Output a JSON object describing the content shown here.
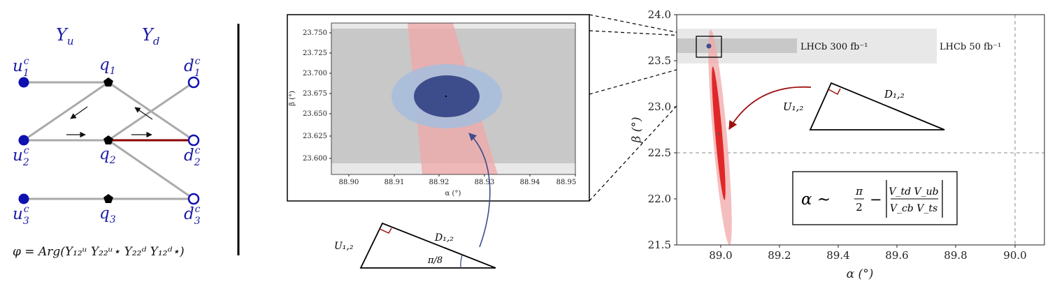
{
  "colors": {
    "blue": "#1a1aa6",
    "dark_red": "#8b0000",
    "red": "#e02828",
    "pink": "#f2b2b2",
    "navy": "#3d4d8c",
    "light_navy": "#a8bedc",
    "grey_band": "#c8c8c8",
    "light_band": "#e8e8e8"
  },
  "left": {
    "yu": "Y",
    "yu_sub": "u",
    "yd": "Y",
    "yd_sub": "d",
    "u_nodes": [
      {
        "base": "u",
        "sub": "1",
        "sup": "c"
      },
      {
        "base": "u",
        "sub": "2",
        "sup": "c"
      },
      {
        "base": "u",
        "sub": "3",
        "sup": "c"
      }
    ],
    "q_nodes": [
      {
        "base": "q",
        "sub": "1"
      },
      {
        "base": "q",
        "sub": "2"
      },
      {
        "base": "q",
        "sub": "3"
      }
    ],
    "d_nodes": [
      {
        "base": "d",
        "sub": "1",
        "sup": "c"
      },
      {
        "base": "d",
        "sub": "2",
        "sup": "c"
      },
      {
        "base": "d",
        "sub": "3",
        "sup": "c"
      }
    ],
    "formula": "φ = Arg(Y₁₂ᵘ Y₂₂ᵘ⋆ Y₂₂ᵈ Y₁₂ᵈ⋆)"
  },
  "inset": {
    "xlabel": "α (°)",
    "ylabel": "β (°)",
    "xticks": [
      "88.90",
      "88.91",
      "88.92",
      "88.93",
      "88.94",
      "88.95"
    ],
    "yticks": [
      "23.750",
      "23.725",
      "23.700",
      "23.675",
      "23.650",
      "23.625",
      "23.600"
    ],
    "triangle": {
      "u_label": "U₁,₂",
      "d_label": "D₁,₂",
      "angle_label": "π/8"
    }
  },
  "main": {
    "xlabel": "α (°)",
    "ylabel": "β (°)",
    "xticks": [
      "89.0",
      "89.2",
      "89.4",
      "89.6",
      "89.8",
      "90.0"
    ],
    "yticks": [
      "24.0",
      "23.5",
      "23.0",
      "22.5",
      "22.0",
      "21.5"
    ],
    "lhcb300": "LHCb 300 fb⁻¹",
    "lhcb50": "LHCb 50 fb⁻¹",
    "triangle": {
      "u_label": "U₁,₂",
      "d_label": "D₁,₂"
    },
    "formula": {
      "lhs": "α ∼",
      "pi": "π",
      "two": "2",
      "minus": "−",
      "num": "V_td V_ub",
      "den": "V_cb V_ts"
    }
  }
}
